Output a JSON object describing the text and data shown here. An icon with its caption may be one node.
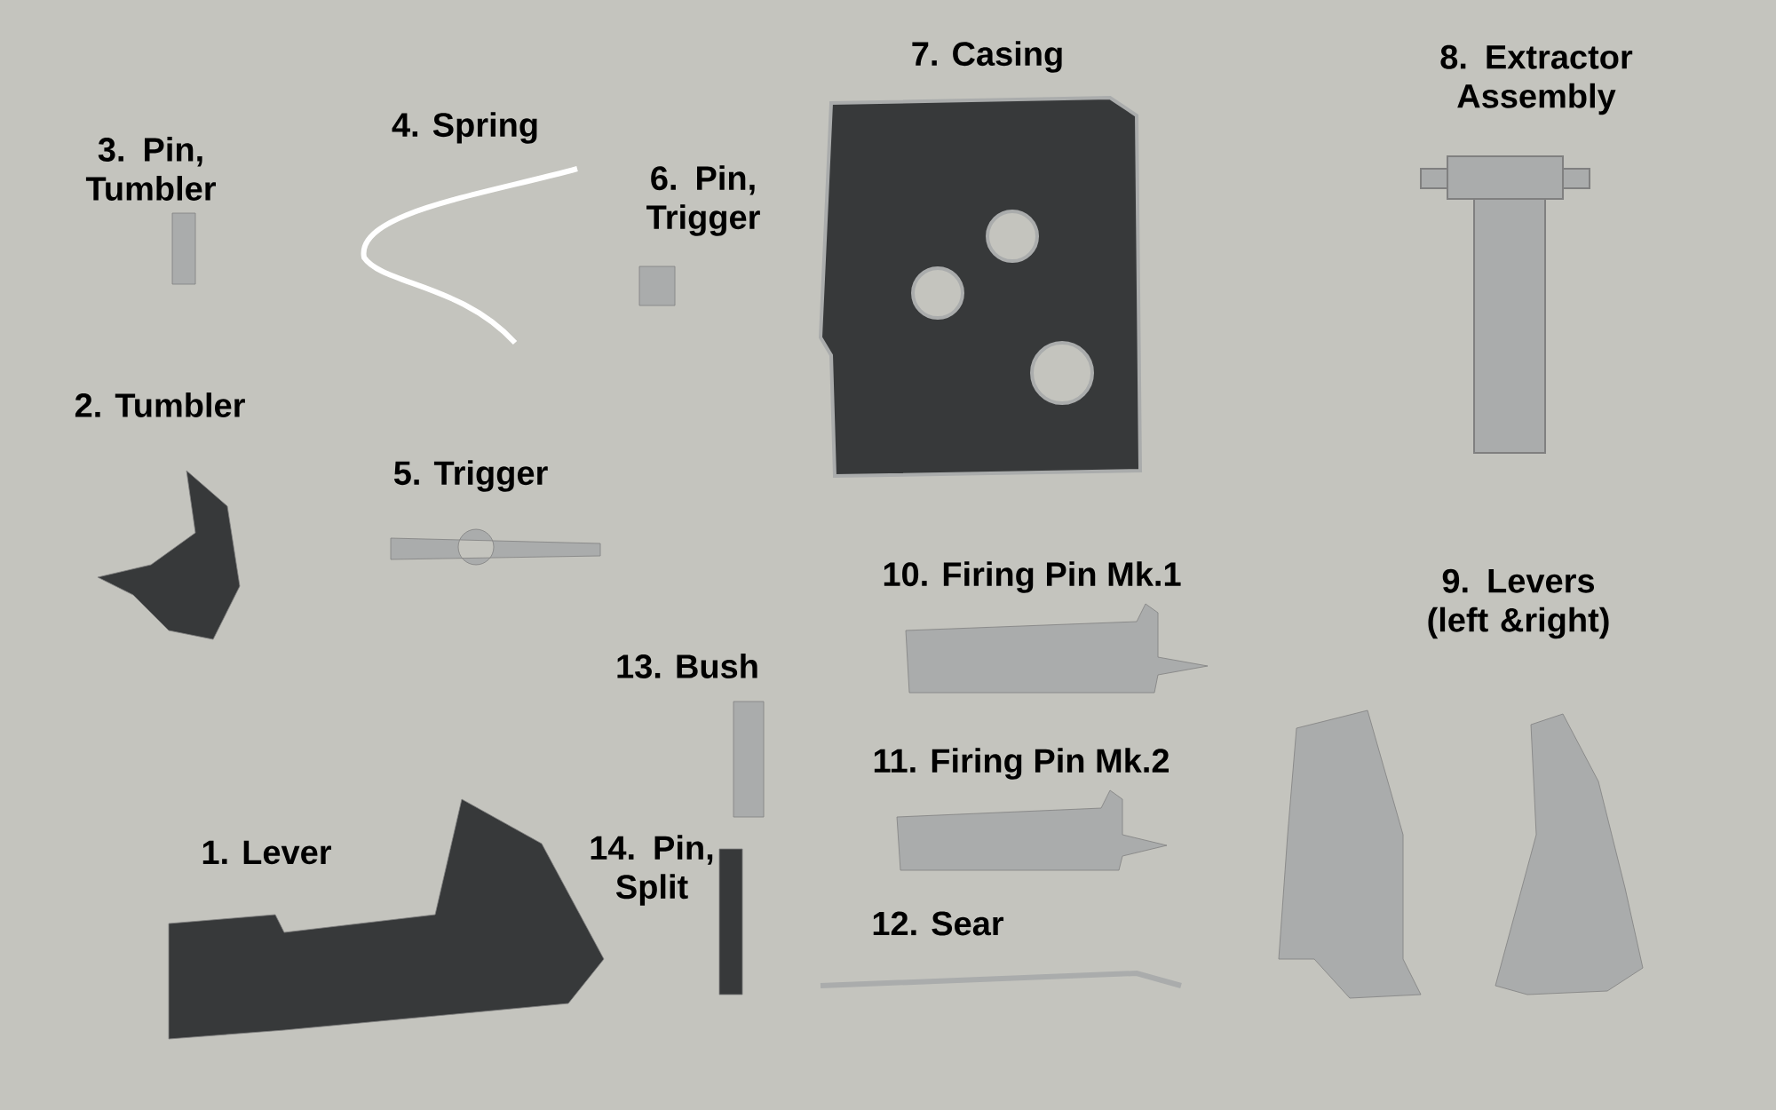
{
  "diagram": {
    "labels": [
      "7. Casing",
      "8. Extractor Assembly",
      "3. Pin, Tumbler",
      "4. Spring",
      "6. Pin, Trigger",
      "2. Tumbler",
      "5. Trigger",
      "10. Firing Pin Mk.1",
      "13. Bush",
      "9. Levers (left &right)",
      "11. Firing Pin Mk.2",
      "1. Lever",
      "14. Pin, Split",
      "12. Sear"
    ]
  }
}
